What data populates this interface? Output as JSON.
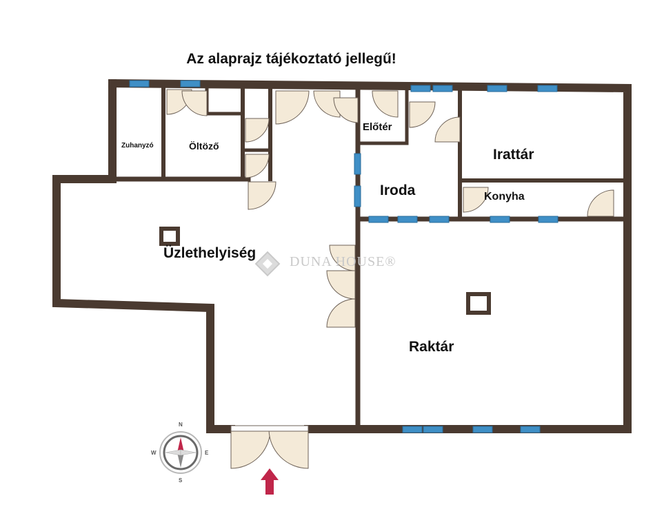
{
  "title": "Az alaprajz tájékoztató jellegű!",
  "rooms": {
    "zuhanyzo": "Zuhanyzó",
    "oltozo": "Öltöző",
    "eloter": "Előtér",
    "irattar": "Irattár",
    "iroda": "Iroda",
    "konyha": "Konyha",
    "uzlethelyiseg": "Üzlethelyiség",
    "raktar": "Raktár"
  },
  "watermark": "DUNA HOUSE®",
  "compass": {
    "n": "N",
    "s": "S",
    "e": "E",
    "w": "W"
  },
  "colors": {
    "wall": "#4a3a30",
    "window": "#3f8fc6",
    "door_fill": "#f4ead8",
    "arrow": "#c0264a",
    "watermark": "#c9c9c9"
  },
  "icons": [
    "compass-icon",
    "entrance-arrow-icon",
    "duna-house-logo-icon"
  ]
}
